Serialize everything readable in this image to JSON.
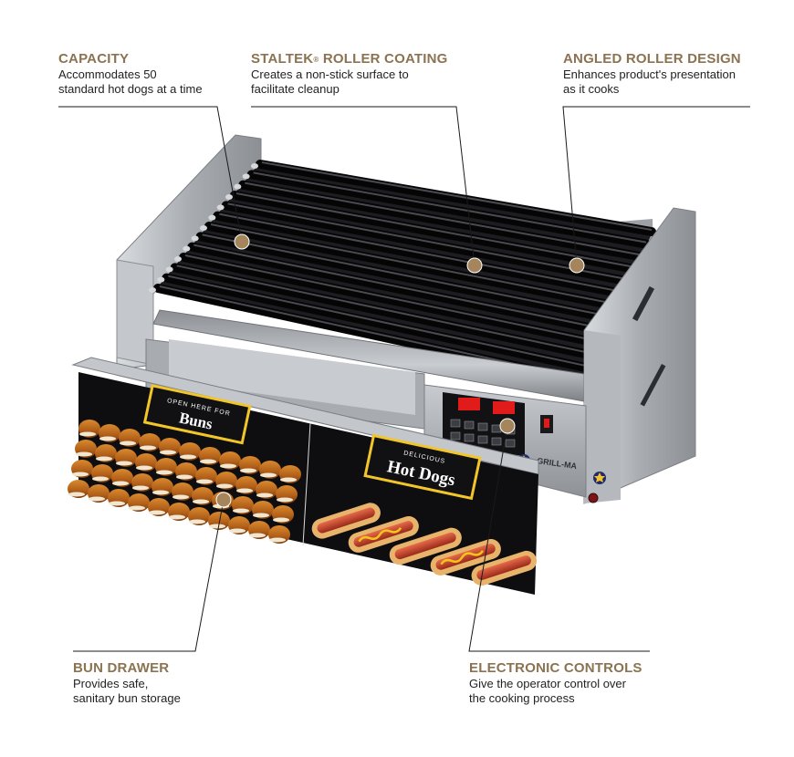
{
  "callouts": {
    "capacity": {
      "title": "CAPACITY",
      "desc_line1": "Accommodates 50",
      "desc_line2": "standard hot dogs at a time"
    },
    "staltek": {
      "title_main": "STALTEK",
      "title_reg": "®",
      "title_rest": " ROLLER COATING",
      "desc_line1": "Creates a non-stick surface to",
      "desc_line2": "facilitate cleanup"
    },
    "angled": {
      "title": "ANGLED ROLLER DESIGN",
      "desc_line1": "Enhances product's presentation",
      "desc_line2": "as it cooks"
    },
    "bun_drawer": {
      "title": "BUN DRAWER",
      "desc_line1": "Provides safe,",
      "desc_line2": "sanitary bun storage"
    },
    "controls": {
      "title": "ELECTRONIC CONTROLS",
      "desc_line1": "Give the operator control over",
      "desc_line2": "the cooking process"
    }
  },
  "product": {
    "buns_sign_small": "OPEN HERE FOR",
    "buns_sign_big": "Buns",
    "hotdogs_sign_small": "DELICIOUS",
    "hotdogs_sign_big": "Hot Dogs",
    "brand_text": "GRILL-MA"
  },
  "colors": {
    "callout_title": "#8b7351",
    "marker_dot": "#a5865c",
    "steel": "#b9bcc0",
    "roller": "#26262a",
    "led": "#e11a1a"
  }
}
